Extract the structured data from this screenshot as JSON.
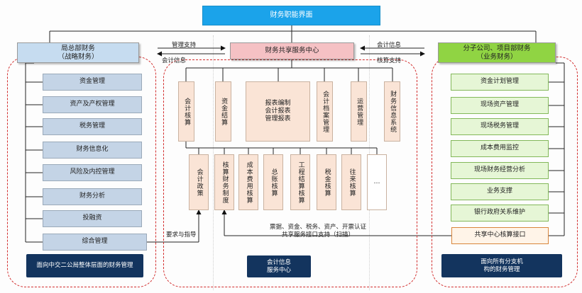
{
  "title": "财务职能界面",
  "left": {
    "header": "局总部财务\n（战略财务）",
    "items": [
      "资金管理",
      "资产及产权管理",
      "税务管理",
      "财务信息化",
      "风险及内控管理",
      "财务分析",
      "投融资",
      "综合管理"
    ],
    "footer": "面向中交二公局整体层面的财务管理"
  },
  "center": {
    "header": "财务共享服务中心",
    "top_items": [
      "会计核算",
      "资金结算",
      "报表编制\n会计报表\n管理报表",
      "会计档案管理",
      "运营管理",
      "财务信息系统"
    ],
    "sub_items": [
      "会计政策",
      "核算财务制度",
      "成本费用核算",
      "总账核算",
      "工程结算核算",
      "税金核算",
      "往来核算",
      "…"
    ],
    "footer": "会计信息\n服务中心"
  },
  "right": {
    "header": "分子公司、项目部财务\n（业务财务）",
    "items": [
      "资金计划管理",
      "现场资产管理",
      "现场税务管理",
      "成本费用监控",
      "现场财务经营分析",
      "业务支撑",
      "银行政府关系维护",
      "共享中心核算接口"
    ],
    "footer": "面向所有分支机\n构的财务管理"
  },
  "arrows": {
    "left_top": "管理支持",
    "left_bottom": "会计信息",
    "right_top": "会计信息",
    "right_bottom": "核算支持",
    "bottom_left": "要求与指导",
    "bottom_right": "票据、资金、税务、资产、开票认证\n共享服务接口支持（扫描）"
  },
  "colors": {
    "top_bar": "#1ba3ea",
    "left_header": "#c6dcf0",
    "center_header": "#f5c1c4",
    "right_header": "#90d443",
    "dashed_border": "#d22d2d",
    "footer": "#13345e"
  }
}
